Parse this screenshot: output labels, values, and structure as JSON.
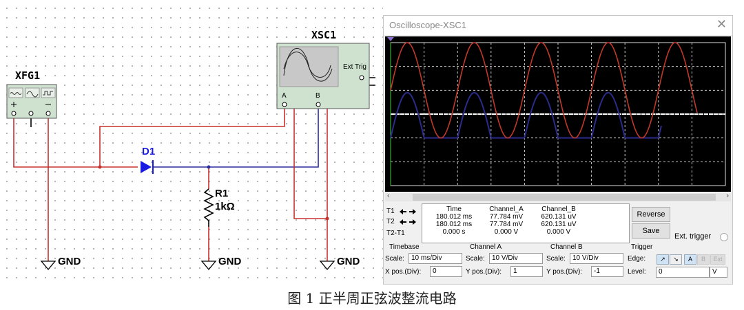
{
  "schematic": {
    "generator_label": "XFG1",
    "scope_label": "XSC1",
    "scope_ext_trig": "Ext Trig",
    "scope_a": "A",
    "scope_b": "B",
    "diode_label": "D1",
    "resistor_label": "R1",
    "resistor_value": "1kΩ",
    "gnd_label": "GND",
    "wire_colors": {
      "red": "#c8302c",
      "blue": "#2a2a9a",
      "diode": "#1a1ae0"
    }
  },
  "oscilloscope": {
    "title": "Oscilloscope-XSC1",
    "traces": {
      "channel_a": {
        "color": "#c0392b",
        "type": "sine",
        "amplitude_div": 2,
        "period_div": 2
      },
      "channel_b": {
        "color": "#2b2b8c",
        "type": "half-wave rectified sine",
        "amplitude_div": 1.9,
        "period_div": 2
      }
    },
    "measurements": {
      "row_labels": [
        "T1",
        "T2",
        "T2-T1"
      ],
      "headers": [
        "Time",
        "Channel_A",
        "Channel_B"
      ],
      "t1": [
        "180.012 ms",
        "77.784 mV",
        "620.131 uV"
      ],
      "t2": [
        "180.012 ms",
        "77.784 mV",
        "620.131 uV"
      ],
      "diff": [
        "0.000 s",
        "0.000 V",
        "0.000 V"
      ]
    },
    "buttons": {
      "reverse": "Reverse",
      "save": "Save",
      "ext_trigger": "Ext. trigger"
    },
    "timebase": {
      "title": "Timebase",
      "scale_label": "Scale:",
      "scale": "10 ms/Div",
      "pos_label": "X pos.(Div):",
      "pos": "0"
    },
    "channel_a": {
      "title": "Channel A",
      "scale_label": "Scale:",
      "scale": "10  V/Div",
      "pos_label": "Y pos.(Div):",
      "pos": "1"
    },
    "channel_b": {
      "title": "Channel B",
      "scale_label": "Scale:",
      "scale": "10  V/Div",
      "pos_label": "Y pos.(Div):",
      "pos": "-1"
    },
    "trigger": {
      "title": "Trigger",
      "edge_label": "Edge:",
      "rise": "↗",
      "fall": "↘",
      "src_a": "A",
      "src_b": "B",
      "src_ext": "Ext",
      "level_label": "Level:",
      "level": "0",
      "unit": "V"
    }
  },
  "caption": "图 1  正半周正弦波整流电路"
}
